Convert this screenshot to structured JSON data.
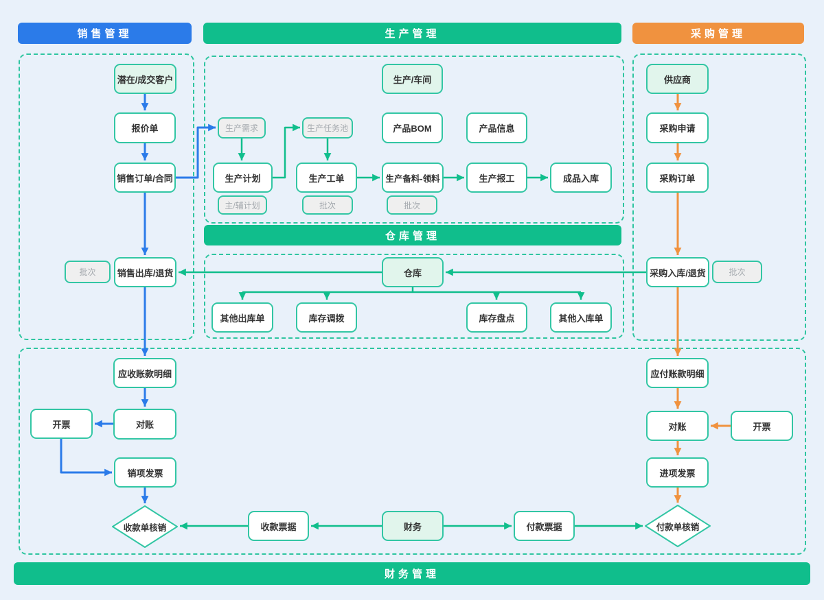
{
  "palette": {
    "background": "#E9F1FA",
    "blue": "#2B7BE9",
    "green": "#10BE8C",
    "box_border_green": "#32C6A4",
    "light_green_fill": "#E1F5EC",
    "orange": "#F0923F",
    "gray_fill": "#EFEFEF",
    "gray_text": "#A4A9AE",
    "text": "#333333"
  },
  "headers": {
    "sales": "销售管理",
    "production": "生产管理",
    "purchase": "采购管理",
    "warehouse": "仓库管理",
    "finance": "财务管理"
  },
  "nodes": {
    "customer": {
      "label": "潜在/成交客户"
    },
    "quote": {
      "label": "报价单"
    },
    "sales_order": {
      "label": "销售订单/合同"
    },
    "batch_left": {
      "label": "批次"
    },
    "sales_out": {
      "label": "销售出库/退货"
    },
    "ar_detail": {
      "label": "应收账款明细"
    },
    "recon_left": {
      "label": "对账"
    },
    "invoice_left": {
      "label": "开票"
    },
    "sales_invoice": {
      "label": "销项发票"
    },
    "receipt_writeoff": {
      "label": "收款单核销"
    },
    "prod_workshop": {
      "label": "生产/车间"
    },
    "prod_demand": {
      "label": "生产需求"
    },
    "prod_taskpool": {
      "label": "生产任务池"
    },
    "product_bom": {
      "label": "产品BOM"
    },
    "product_info": {
      "label": "产品信息"
    },
    "prod_plan": {
      "label": "生产计划"
    },
    "plan_sub": {
      "label": "主/辅计划"
    },
    "prod_workorder": {
      "label": "生产工单"
    },
    "batch_workorder": {
      "label": "批次"
    },
    "prod_material": {
      "label": "生产备料-领料"
    },
    "batch_material": {
      "label": "批次"
    },
    "prod_report": {
      "label": "生产报工"
    },
    "finished_in": {
      "label": "成品入库"
    },
    "warehouse": {
      "label": "仓库"
    },
    "other_out": {
      "label": "其他出库单"
    },
    "stock_transfer": {
      "label": "库存调拨"
    },
    "stock_check": {
      "label": "库存盘点"
    },
    "other_in": {
      "label": "其他入库单"
    },
    "supplier": {
      "label": "供应商"
    },
    "purchase_request": {
      "label": "采购申请"
    },
    "purchase_order": {
      "label": "采购订单"
    },
    "purchase_in": {
      "label": "采购入库/退货"
    },
    "batch_right": {
      "label": "批次"
    },
    "ap_detail": {
      "label": "应付账款明细"
    },
    "recon_right": {
      "label": "对账"
    },
    "invoice_right": {
      "label": "开票"
    },
    "purchase_invoice": {
      "label": "进项发票"
    },
    "payment_writeoff": {
      "label": "付款单核销"
    },
    "receipt_note": {
      "label": "收款票据"
    },
    "finance": {
      "label": "财务"
    },
    "payment_note": {
      "label": "付款票据"
    }
  }
}
